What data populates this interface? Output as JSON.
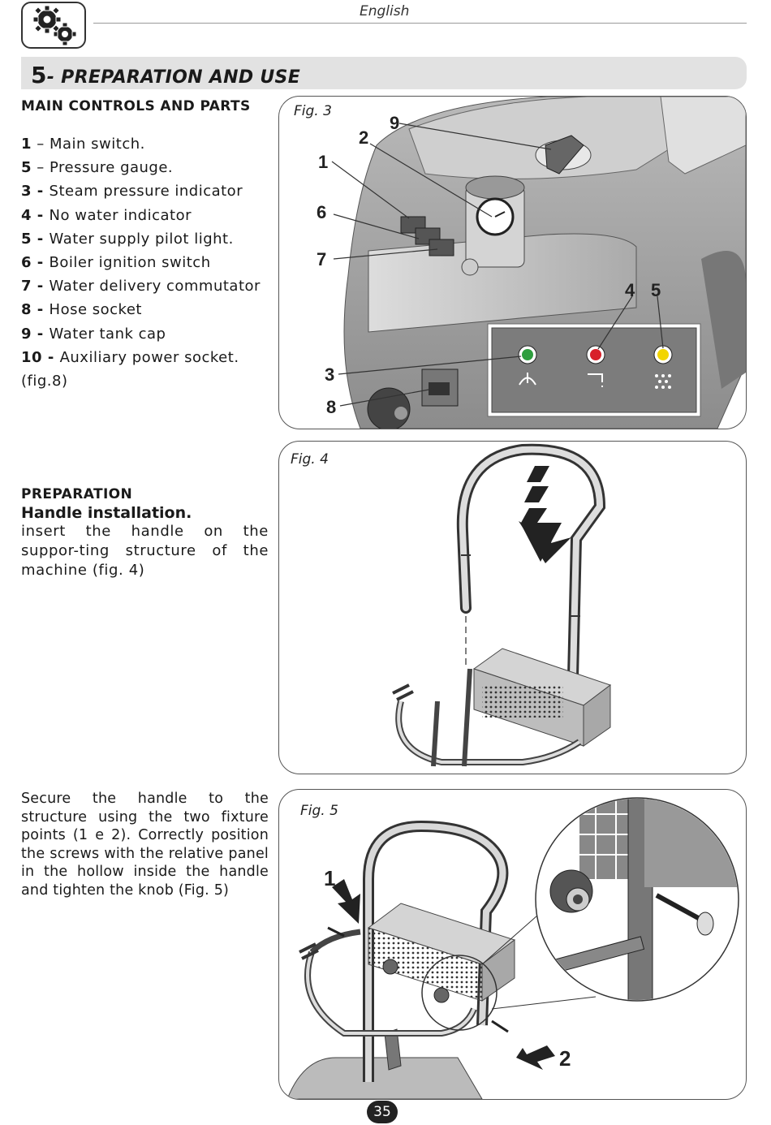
{
  "header": {
    "language": "English"
  },
  "section": {
    "number": "5",
    "title": "- PREPARATION AND USE"
  },
  "main_controls": {
    "heading": "MAIN CONTROLS AND PARTS",
    "items": [
      {
        "num": "1",
        "sep": " – ",
        "text": "Main switch."
      },
      {
        "num": "5",
        "sep": " – ",
        "text": "Pressure gauge."
      },
      {
        "num": "3",
        "sep": " -  ",
        "text": "Steam pressure indicator"
      },
      {
        "num": "4",
        "sep": " -  ",
        "text": "No water indicator"
      },
      {
        "num": "5",
        "sep": " -  ",
        "text": "Water supply pilot light."
      },
      {
        "num": "6",
        "sep": " -  ",
        "text": "Boiler ignition switch"
      },
      {
        "num": "7",
        "sep": " -  ",
        "text": "Water delivery commutator"
      },
      {
        "num": "8",
        "sep": " - ",
        "text": "Hose socket"
      },
      {
        "num": "9",
        "sep": " -  ",
        "text": "Water tank cap"
      },
      {
        "num": "10",
        "sep": " - ",
        "text": "Auxiliary power socket."
      }
    ],
    "note": "(fig.8)"
  },
  "fig3": {
    "label": "Fig. 3",
    "callouts": [
      "1",
      "2",
      "3",
      "4",
      "5",
      "6",
      "7",
      "8",
      "9"
    ],
    "indicator_colors": {
      "steam": "#2e9e3e",
      "no_water": "#d8202a",
      "water_supply": "#f2d500"
    }
  },
  "preparation": {
    "heading": "PREPARATION",
    "subheading": "Handle installation.",
    "text": "insert the handle on the suppor-ting structure of the machine (fig. 4)"
  },
  "fig4": {
    "label": "Fig. 4"
  },
  "secure": {
    "text": "Secure the handle to the structure using the two fixture points (1 e 2). Correctly position the screws with the relative panel in the hollow inside the handle and tighten the knob (Fig. 5)"
  },
  "fig5": {
    "label": "Fig. 5",
    "callouts": [
      "1",
      "2"
    ]
  },
  "footer": {
    "page_number": "35"
  }
}
